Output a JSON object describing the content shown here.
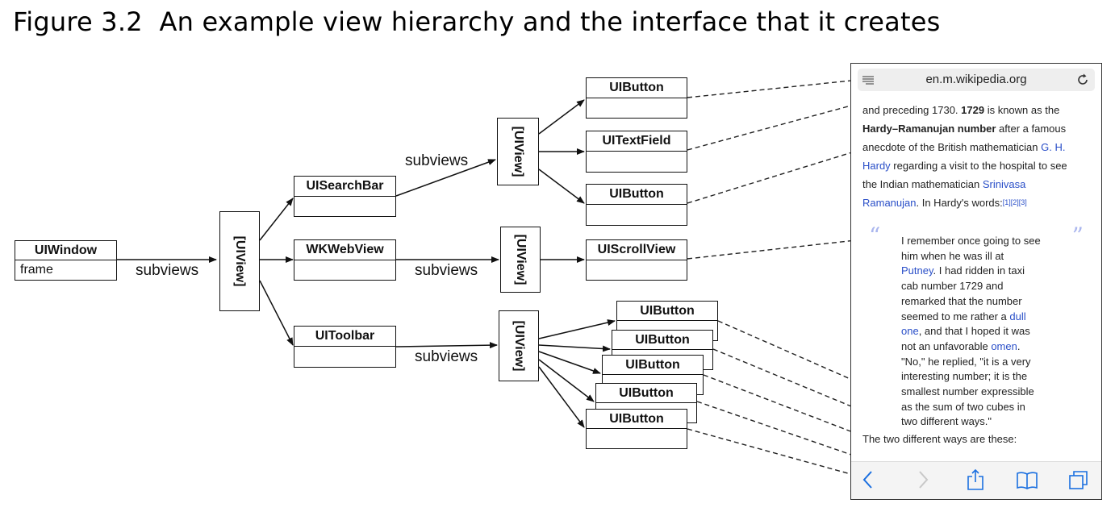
{
  "title": "Figure 3.2  An example view hierarchy and the interface that it creates",
  "hierarchy": {
    "window": {
      "name": "UIWindow",
      "prop": "frame"
    },
    "root_view": "[UIView]",
    "search_bar": "UISearchBar",
    "web_view": "WKWebView",
    "toolbar": "UIToolbar",
    "search_container": "[UIView]",
    "web_container": "[UIView]",
    "toolbar_container": "[UIView]",
    "search_children": [
      "UIButton",
      "UITextField",
      "UIButton"
    ],
    "web_children": [
      "UIScrollView"
    ],
    "toolbar_children": [
      "UIButton",
      "UIButton",
      "UIButton",
      "UIButton",
      "UIButton"
    ],
    "subviews_label": "subviews"
  },
  "phone": {
    "url": "en.m.wikipedia.org",
    "p1_a": "and preceding 1730. ",
    "p1_bold1": "1729",
    "p1_b": " is known as the",
    "p1_bold2": "Hardy–Ramanujan number",
    "p1_c": " after a famous",
    "p1_d": "anecdote of the British mathematician ",
    "p1_link1": "G. H.",
    "p1_link1b": "Hardy",
    "p1_e": " regarding a visit to the hospital to see",
    "p1_f": "the Indian mathematician ",
    "p1_link2": "Srinivasa",
    "p1_link2b": "Ramanujan",
    "p1_g": ". In Hardy's words:",
    "p1_refs": "[1][2][3]",
    "q1": "I remember once going to see",
    "q2": "him when he was ill at",
    "q3_link": "Putney",
    "q3": ". I had ridden in taxi",
    "q4": "cab number 1729 and",
    "q5": "remarked that the number",
    "q6": "seemed to me rather a ",
    "q6_link": "dull",
    "q7_link": "one",
    "q7": ", and that I hoped it was",
    "q8": "not an unfavorable ",
    "q8_link": "omen",
    "q8_end": ".",
    "q9": "\"No,\" he replied, \"it is a very",
    "q10": "interesting number; it is the",
    "q11": "smallest number expressible",
    "q12": "as the sum of two cubes in",
    "q13": "two different ways.\"",
    "after": "The two different ways are these:",
    "toolbar_icons": [
      "back-icon",
      "forward-icon",
      "share-icon",
      "bookmarks-icon",
      "tabs-icon"
    ]
  },
  "colors": {
    "link": "#2a4fc8",
    "quote_mark": "#aab6ee",
    "toolbar_icon": "#1a6fe0"
  }
}
